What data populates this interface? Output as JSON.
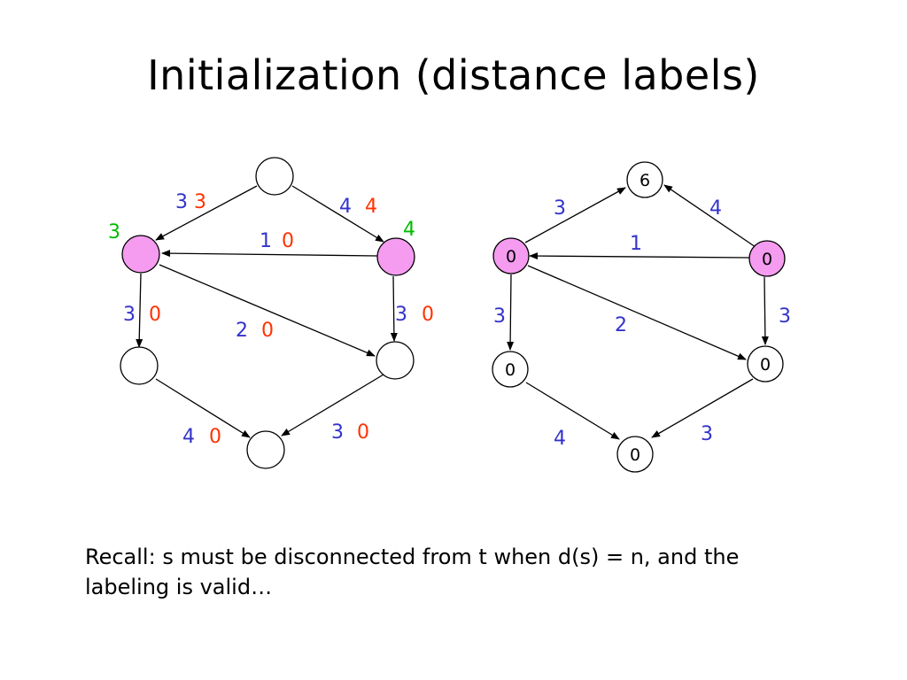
{
  "title": "Initialization (distance labels)",
  "caption": "Recall: s must be disconnected from t when d(s) = n, and the labeling is valid…",
  "colors": {
    "highlight_node": "#f59bf0",
    "plain_node": "#ffffff",
    "capacity": "#3333cc",
    "flow": "#ff3300",
    "distance": "#00bb00"
  },
  "left_graph": {
    "node_labels": {
      "s": "",
      "a": "3",
      "b": "4",
      "c": "",
      "d": "",
      "t": ""
    },
    "edge_labels": {
      "s_a": [
        "3",
        "3"
      ],
      "s_b": [
        "4",
        "4"
      ],
      "b_a": [
        "1",
        "0"
      ],
      "a_c": [
        "3",
        "0"
      ],
      "a_d": [
        "2",
        "0"
      ],
      "b_d": [
        "3",
        "0"
      ],
      "c_t": [
        "4",
        "0"
      ],
      "d_t": [
        "3",
        "0"
      ]
    }
  },
  "right_graph": {
    "node_labels": {
      "s": "6",
      "a": "0",
      "b": "0",
      "c": "0",
      "d": "0",
      "t": "0"
    },
    "edge_labels": {
      "a_s": "3",
      "b_s": "4",
      "b_a": "1",
      "a_c": "3",
      "a_d": "2",
      "b_d": "3",
      "c_t": "4",
      "d_t": "3"
    }
  }
}
